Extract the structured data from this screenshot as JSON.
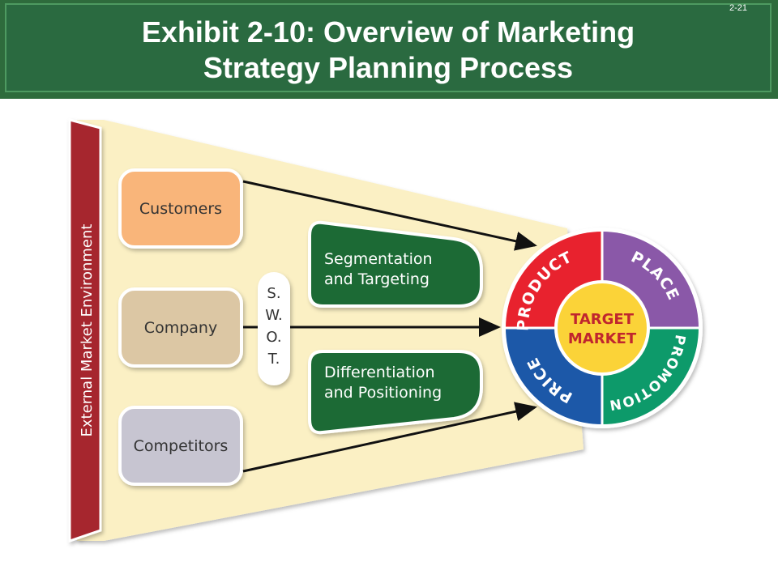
{
  "header": {
    "title_line1": "Exhibit 2-10: Overview of Marketing",
    "title_line2": "Strategy Planning Process",
    "slide_number": "2-21"
  },
  "diagram": {
    "environment_label": "External Market Environment",
    "inputs": [
      {
        "label": "Customers",
        "color": "#f9b57a"
      },
      {
        "label": "Company",
        "color": "#dcc7a4"
      },
      {
        "label": "Competitors",
        "color": "#c7c5d1"
      }
    ],
    "swot": [
      "S.",
      "W.",
      "O.",
      "T."
    ],
    "process": {
      "segmentation": [
        "Segmentation",
        "and Targeting"
      ],
      "differentiation": [
        "Differentiation",
        "and Positioning"
      ]
    },
    "target_market": [
      "TARGET",
      "MARKET"
    ],
    "mix": [
      {
        "label": "PRODUCT",
        "color": "#e8232d"
      },
      {
        "label": "PLACE",
        "color": "#8a58a8"
      },
      {
        "label": "PROMOTION",
        "color": "#0c9a6a"
      },
      {
        "label": "PRICE",
        "color": "#1a58a8"
      }
    ],
    "colors": {
      "environment_bar": "#a6262f",
      "funnel": "#fbf0c4",
      "process_box": "#1a6a36",
      "target_center": "#fbd338"
    }
  }
}
